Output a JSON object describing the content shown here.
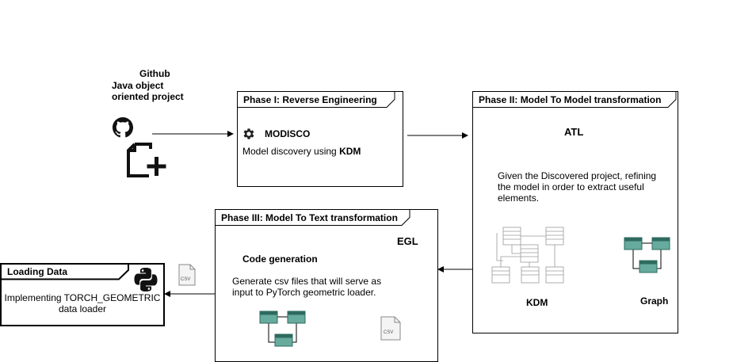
{
  "source": {
    "line1": "Github",
    "line2": "Java object",
    "line3": "oriented project",
    "github_icon": "github-icon",
    "file_add_icon": "file-plus-icon"
  },
  "phase1": {
    "title": "Phase I: Reverse Engineering",
    "tool": "MODISCO",
    "desc_prefix": "Model discovery using ",
    "desc_bold": "KDM",
    "icon": "gear-icon"
  },
  "phase2": {
    "title": "Phase II: Model To Model transformation",
    "tool": "ATL",
    "desc": "Given the Discovered project, refining the model in order to extract useful elements.",
    "left_label": "KDM",
    "right_label": "Graph"
  },
  "phase3": {
    "title": "Phase III: Model To Text transformation",
    "tool": "EGL",
    "subtitle": "Code generation",
    "desc": "Generate csv files that will serve as input to PyTorch geometric  loader.",
    "file_label": "CSV"
  },
  "loading": {
    "title": "Loading Data",
    "desc_line1": "Implementing TORCH_GEOMETRIC",
    "desc_line2": "data loader",
    "icon": "python-icon",
    "file_label": "CSV"
  },
  "colors": {
    "node_fill": "#67AB9F",
    "node_dark": "#2E6B5E",
    "line": "#000000",
    "faint": "#9a9a9a"
  }
}
